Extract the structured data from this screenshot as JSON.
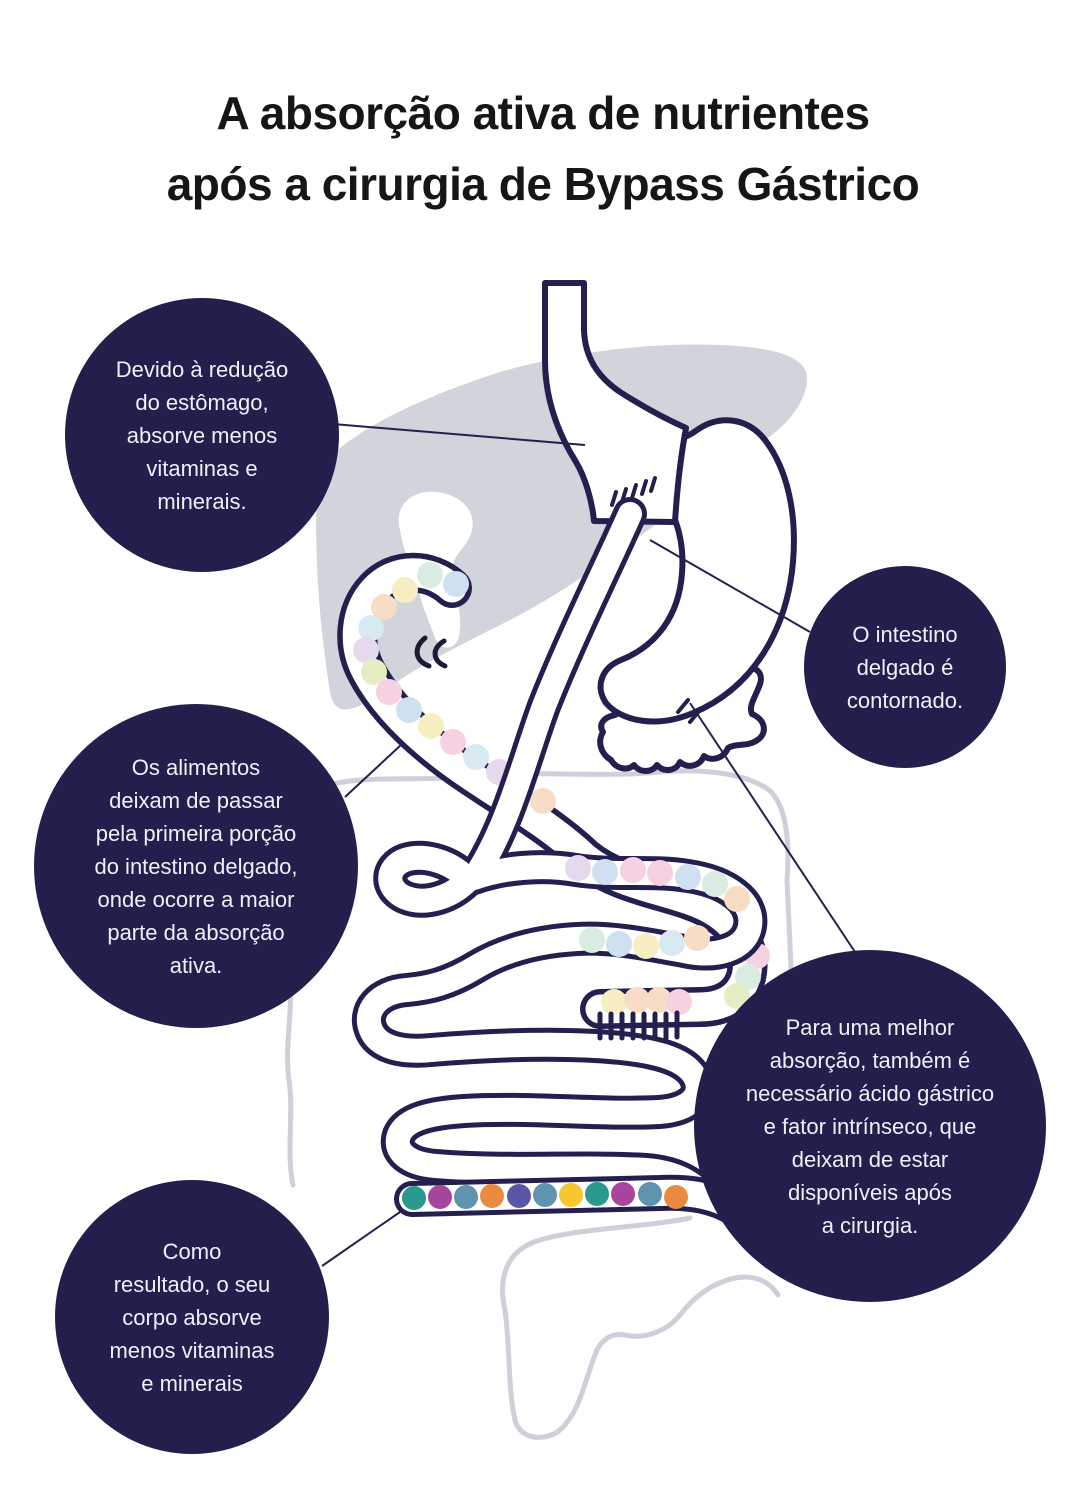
{
  "title": {
    "line1": "A absorção ativa de nutrientes",
    "line2": "após a cirurgia de Bypass Gástrico"
  },
  "bubbles": {
    "stomach_reduction": {
      "text": "Devido à redução\ndo estômago,\nabsorve menos\nvitaminas e\nminerais."
    },
    "bypassed_intestine": {
      "text": "O intestino\ndelgado é\ncontornado."
    },
    "food_bypass": {
      "text": "Os alimentos\ndeixam de passar\npela primeira porção\ndo intestino delgado,\nonde ocorre a maior\nparte da absorção\nativa."
    },
    "gastric_acid": {
      "text": "Para uma melhor\nabsorção, também é\nnecessário ácido gástrico\ne fator intrínseco, que\ndeixam de estar\ndisponíveis após\na cirurgia."
    },
    "result": {
      "text": "Como\nresultado, o seu\ncorpo absorve\nmenos vitaminas\ne minerais"
    }
  },
  "colors": {
    "bubble_bg": "#221f4d",
    "bubble_text": "#eef0f8",
    "outline_navy": "#232050",
    "title_text": "#161616",
    "liver_gray": "#d2d4dc",
    "colon_gray": "#cdd0d8",
    "pastel": {
      "pink": "#f7d0e1",
      "blue": "#cfe1f0",
      "yellow": "#f7eec2",
      "mint": "#d9ece1",
      "peach": "#f7dcc6",
      "lav": "#e6d9ee",
      "green": "#e5edc4",
      "lblue": "#d9e9f1"
    },
    "bright": {
      "teal": "#2a9a90",
      "magenta": "#a8459e",
      "steel": "#5f93b0",
      "orange": "#e98a3e",
      "indigo": "#5956a5",
      "yellow": "#f5c832"
    }
  },
  "illustration": {
    "pastel_dot_radius": 13,
    "band_dot_radius": 12,
    "pastel_dots": [
      [
        430,
        575,
        "mint"
      ],
      [
        456,
        584,
        "blue"
      ],
      [
        405,
        590,
        "yellow"
      ],
      [
        384,
        607,
        "peach"
      ],
      [
        371,
        628,
        "lblue"
      ],
      [
        366,
        650,
        "lav"
      ],
      [
        374,
        672,
        "green"
      ],
      [
        389,
        692,
        "pink"
      ],
      [
        409,
        710,
        "blue"
      ],
      [
        431,
        726,
        "yellow"
      ],
      [
        453,
        742,
        "pink"
      ],
      [
        476,
        757,
        "lblue"
      ],
      [
        499,
        772,
        "lav"
      ],
      [
        521,
        787,
        "mint"
      ],
      [
        543,
        801,
        "peach"
      ],
      [
        748,
        935,
        "peach"
      ],
      [
        757,
        956,
        "pink"
      ],
      [
        748,
        977,
        "mint"
      ],
      [
        737,
        996,
        "green"
      ],
      [
        578,
        868,
        "lav"
      ],
      [
        605,
        872,
        "blue"
      ],
      [
        633,
        870,
        "pink"
      ],
      [
        660,
        873,
        "pink"
      ],
      [
        688,
        877,
        "blue"
      ],
      [
        715,
        884,
        "mint"
      ],
      [
        737,
        899,
        "peach"
      ],
      [
        592,
        940,
        "mint"
      ],
      [
        619,
        944,
        "blue"
      ],
      [
        646,
        946,
        "yellow"
      ],
      [
        672,
        943,
        "lblue"
      ],
      [
        697,
        938,
        "peach"
      ],
      [
        614,
        1002,
        "yellow"
      ],
      [
        637,
        1000,
        "peach"
      ],
      [
        659,
        1000,
        "peach"
      ],
      [
        679,
        1002,
        "pink"
      ]
    ],
    "band_dots": [
      [
        414,
        1198,
        "teal"
      ],
      [
        440,
        1197,
        "magenta"
      ],
      [
        466,
        1197,
        "steel"
      ],
      [
        492,
        1196,
        "orange"
      ],
      [
        519,
        1196,
        "indigo"
      ],
      [
        545,
        1195,
        "steel"
      ],
      [
        571,
        1195,
        "yellow"
      ],
      [
        597,
        1194,
        "teal"
      ],
      [
        623,
        1194,
        "magenta"
      ],
      [
        650,
        1194,
        "steel"
      ],
      [
        676,
        1197,
        "orange"
      ]
    ]
  }
}
